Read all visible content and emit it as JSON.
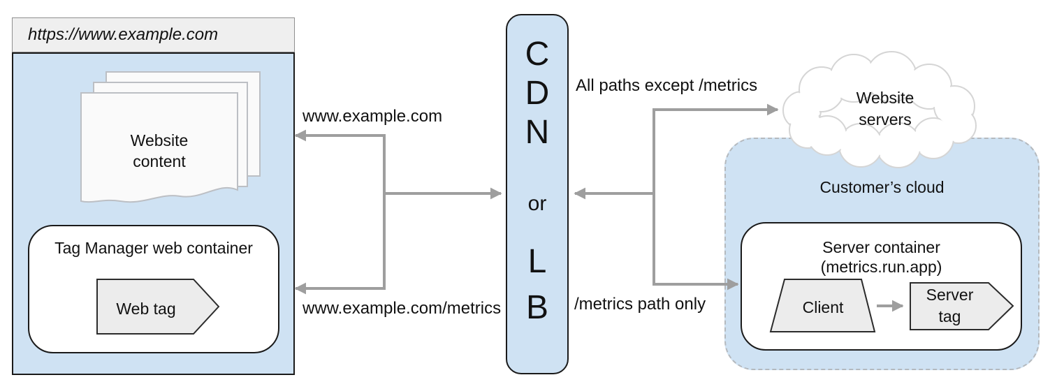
{
  "website_box": {
    "url_header": "https://www.example.com",
    "website_content_label": "Website\ncontent",
    "tag_manager_title": "Tag Manager web container",
    "web_tag_label": "Web tag"
  },
  "cdn_lb": {
    "letters_cdn": [
      "C",
      "D",
      "N"
    ],
    "or_label": "or",
    "letters_lb": [
      "L",
      "B"
    ]
  },
  "edge_labels": {
    "www_example": "www.example.com",
    "www_example_metrics": "www.example.com/metrics",
    "all_paths_except_metrics": "All paths except /metrics",
    "metrics_path_only": "/metrics path only"
  },
  "website_servers_label": "Website\nservers",
  "customer_cloud": {
    "title": "Customer’s cloud",
    "server_container_title": "Server container\n(metrics.run.app)",
    "client_label": "Client",
    "server_tag_label": "Server\ntag"
  },
  "colors": {
    "light_blue_fill": "#cfe2f3",
    "shape_gray_fill": "#ececec",
    "page_fill": "#fafafa",
    "header_gray_fill": "#efefef",
    "arrow_gray": "#9e9e9e",
    "border_black": "#1a1a1a",
    "dashed_border_gray": "#b4b9be",
    "cloud_outline_gray": "#d5d5d5"
  }
}
